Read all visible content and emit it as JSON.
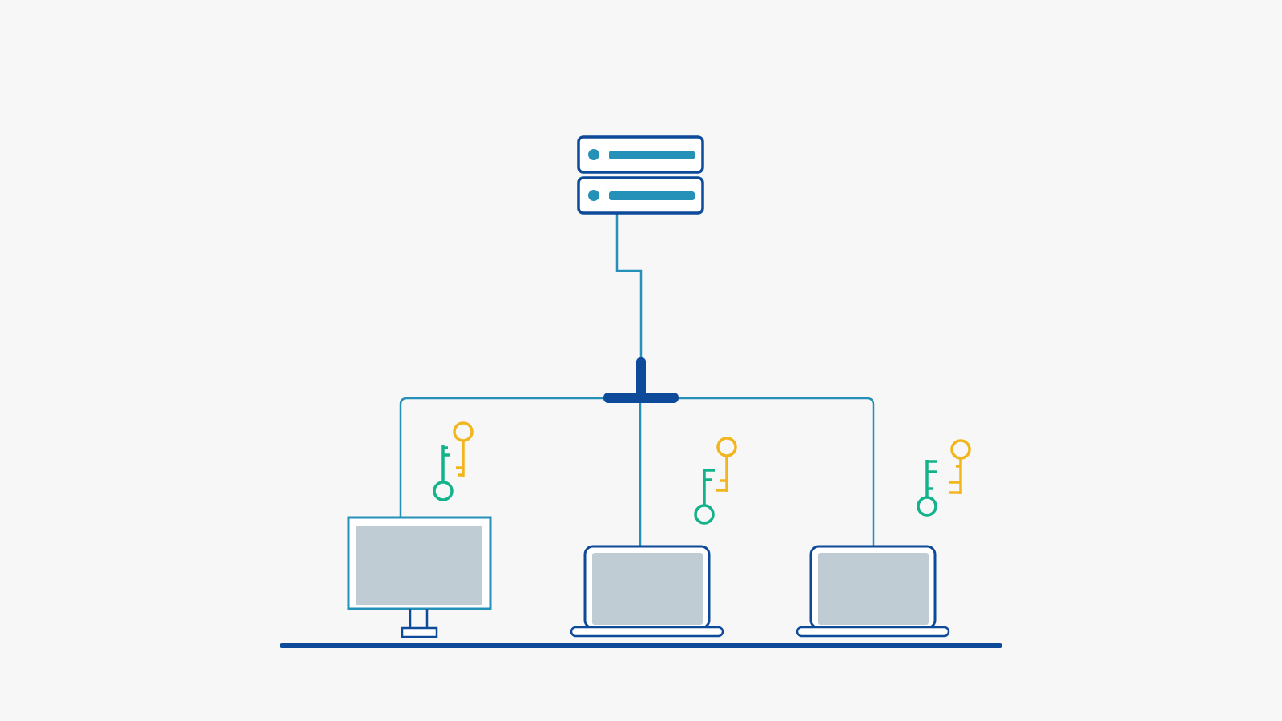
{
  "diagram": {
    "kind": "network-topology",
    "nodes": [
      {
        "id": "server",
        "icon": "server-rack-icon"
      },
      {
        "id": "switch",
        "icon": "network-junction-icon"
      },
      {
        "id": "desktop",
        "icon": "desktop-monitor-icon",
        "keys": 2
      },
      {
        "id": "laptop-1",
        "icon": "laptop-icon",
        "keys": 2
      },
      {
        "id": "laptop-2",
        "icon": "laptop-icon",
        "keys": 2
      }
    ],
    "links": [
      [
        "server",
        "switch"
      ],
      [
        "switch",
        "desktop"
      ],
      [
        "switch",
        "laptop-1"
      ],
      [
        "switch",
        "laptop-2"
      ]
    ]
  },
  "colors": {
    "background": "#f7f7f7",
    "dark_blue": "#0d4a9a",
    "line_blue": "#2590b8",
    "screen_gray": "#bfccd4",
    "key_green": "#12b38a",
    "key_yellow": "#f3b51e"
  }
}
